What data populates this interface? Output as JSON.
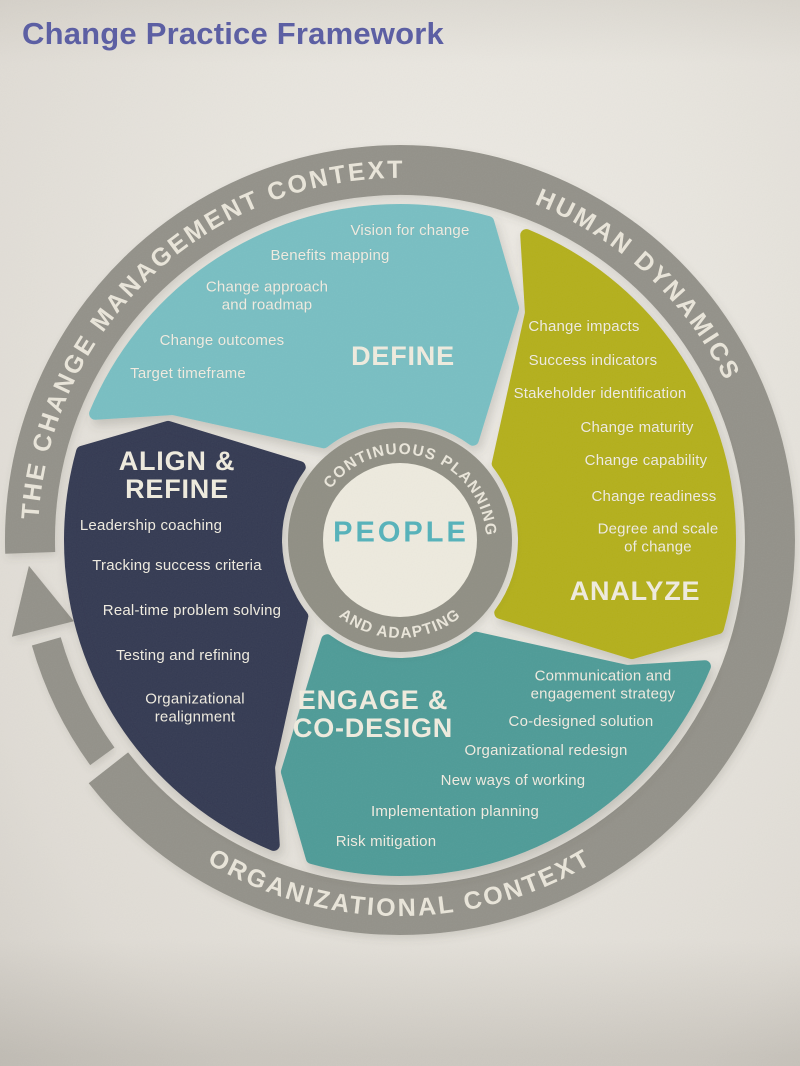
{
  "page": {
    "title": "Change Practice Framework"
  },
  "outer_ring": {
    "top_left_label": "THE CHANGE MANAGEMENT CONTEXT",
    "top_right_label": "HUMAN DYNAMICS",
    "bottom_label": "ORGANIZATIONAL CONTEXT"
  },
  "center": {
    "ring_top_label": "CONTINUOUS PLANNING",
    "ring_bottom_label": "AND ADAPTING",
    "core_label": "PEOPLE"
  },
  "quadrants": [
    {
      "id": "define",
      "title": "DEFINE",
      "color": "#79bfc3",
      "items": [
        "Vision for change",
        "Benefits mapping",
        "Change approach\nand roadmap",
        "Change outcomes",
        "Target timeframe"
      ]
    },
    {
      "id": "analyze",
      "title": "ANALYZE",
      "color": "#b4b01e",
      "items": [
        "Change impacts",
        "Success indicators",
        "Stakeholder identification",
        "Change maturity",
        "Change capability",
        "Change readiness",
        "Degree and scale\nof change"
      ]
    },
    {
      "id": "engage",
      "title": "ENGAGE &\nCO-DESIGN",
      "color": "#4f9c98",
      "items": [
        "Communication and\nengagement strategy",
        "Co-designed solution",
        "Organizational redesign",
        "New ways of working",
        "Implementation planning",
        "Risk mitigation"
      ]
    },
    {
      "id": "align",
      "title": "ALIGN &\nREFINE",
      "color": "#353a52",
      "items": [
        "Leadership coaching",
        "Tracking success criteria",
        "Real-time problem solving",
        "Testing and refining",
        "Organizational\nrealignment"
      ]
    }
  ],
  "colors": {
    "title": "#5a5da3",
    "ring": "#94928a",
    "center_ring": "#908f84",
    "ring_text": "#eae6da",
    "people": "#55b2ba",
    "core_fill": "#edeade"
  }
}
